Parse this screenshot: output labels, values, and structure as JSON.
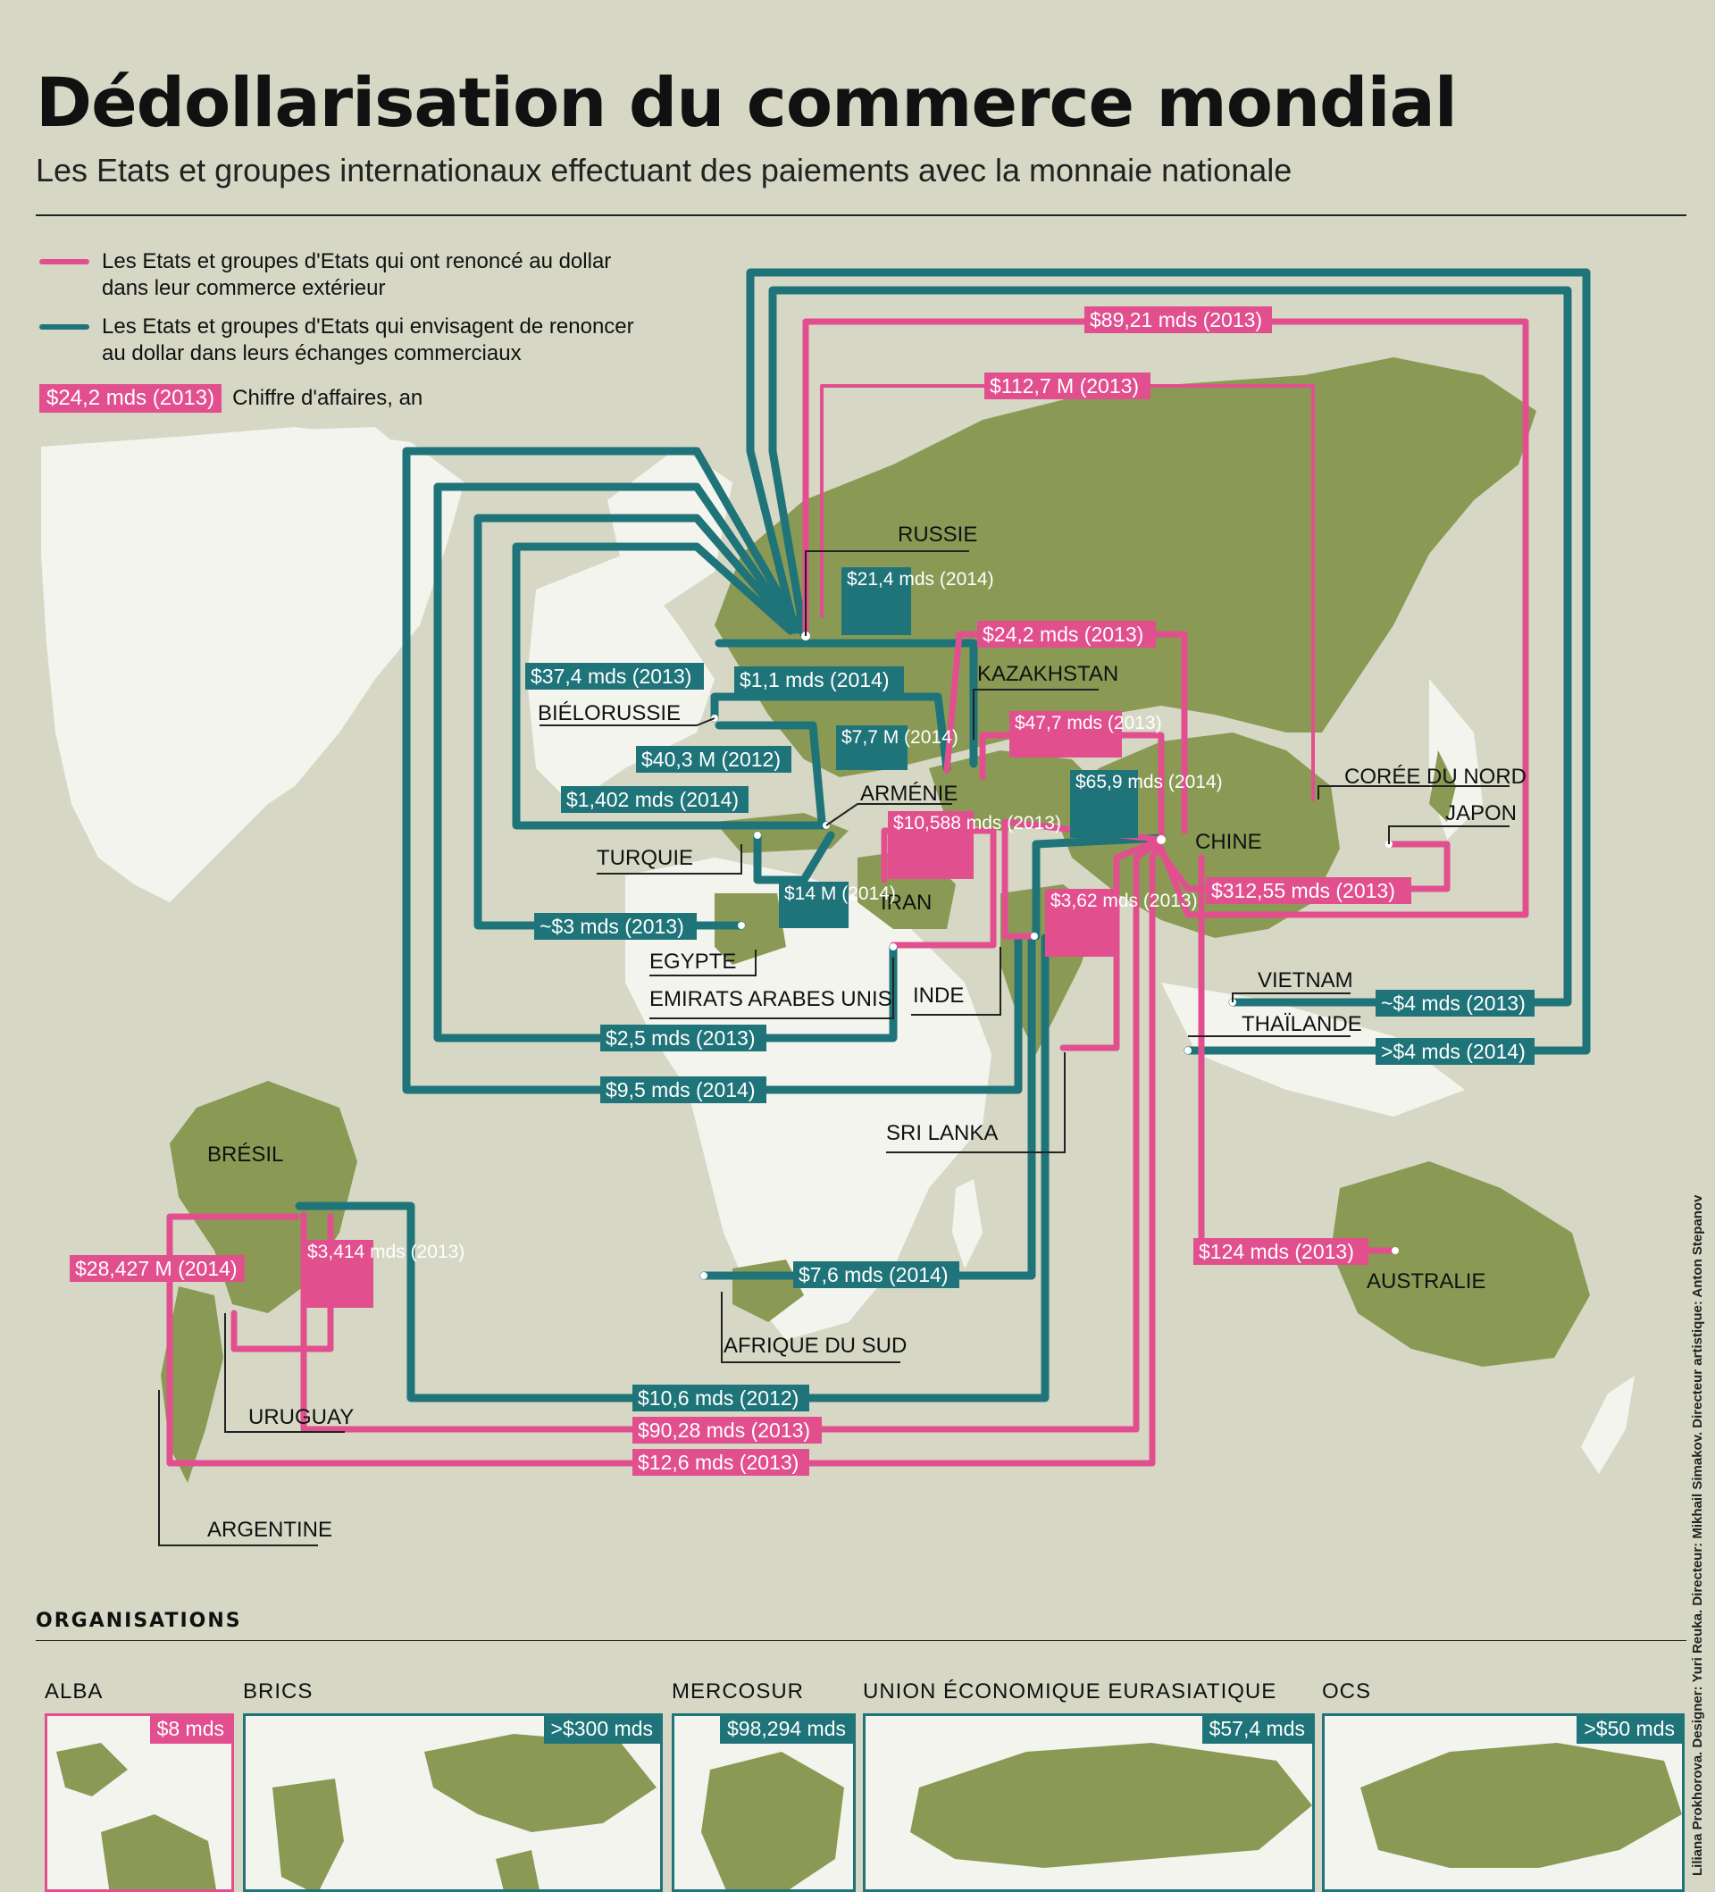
{
  "header": {
    "title": "Dédollarisation du commerce mondial",
    "subtitle": "Les Etats et groupes internationaux effectuant des paiements avec la monnaie nationale"
  },
  "legend": {
    "pink": "Les Etats et groupes d'Etats qui ont renoncé au dollar dans leur commerce extérieur",
    "teal": "Les Etats et groupes d'Etats qui envisagent de renoncer au dollar dans leurs échanges commerciaux",
    "chip": "$24,2 mds (2013)",
    "chip_text": "Chiffre d'affaires, an"
  },
  "colors": {
    "pink": "#e14f8f",
    "teal": "#1f7479",
    "land": "#8a9a55",
    "other_land": "#f4f4ef",
    "background": "#d6d8c5"
  },
  "countries": {
    "russie": "RUSSIE",
    "bielorussie": "BIÉLORUSSIE",
    "kazakhstan": "KAZAKHSTAN",
    "armenie": "ARMÉNIE",
    "turquie": "TURQUIE",
    "iran": "IRAN",
    "egypte": "EGYPTE",
    "emirats": "EMIRATS ARABES UNIS",
    "inde": "INDE",
    "chine": "CHINE",
    "coree": "CORÉE DU NORD",
    "japon": "JAPON",
    "vietnam": "VIETNAM",
    "thailande": "THAÏLANDE",
    "sri_lanka": "SRI LANKA",
    "bresil": "BRÉSIL",
    "uruguay": "URUGUAY",
    "argentine": "ARGENTINE",
    "afrique_sud": "AFRIQUE DU SUD",
    "australie": "AUSTRALIE"
  },
  "flows": {
    "russie_japon": "$89,21 mds (2013)",
    "russie_coree": "$112,7 M (2013)",
    "russie_chine": "$24,2 mds (2013)",
    "russie_inde": "$21,4 mds (2014)",
    "russie_turquie": "$37,4 mds (2013)",
    "russie_bielorussie": "$1,1 mds (2014)",
    "russie_kazakhstan": "$7,7 M (2014)",
    "russie_armenie": "$40,3 M (2012)",
    "russie_egypte_old": "$1,402 mds (2014)",
    "russie_iran": "$14 M (2014)",
    "russie_egypte": "~$3 mds (2013)",
    "russie_emirats": "$2,5 mds (2013)",
    "russie_sri": "$9,5 mds (2014)",
    "chine_kazakhstan": "$47,7 mds (2013)",
    "chine_iran": "$10,588 mds (2013)",
    "chine_inde": "$65,9 mds (2014)",
    "chine_sri": "$3,62 mds (2013)",
    "chine_japon": "$312,55 mds (2013)",
    "vietnam": "~$4 mds (2013)",
    "thailande": ">$4 mds (2014)",
    "australie": "$124 mds (2013)",
    "afrique_sud": "$7,6 mds (2014)",
    "argentine_bresil": "$28,427 M (2014)",
    "bresil_uruguay": "$3,414 mds (2013)",
    "bresil_inde": "$10,6 mds (2012)",
    "bresil_chine": "$90,28 mds (2013)",
    "argentine_chine": "$12,6 mds (2013)"
  },
  "organisations": {
    "heading": "ORGANISATIONS",
    "items": [
      {
        "name": "ALBA",
        "value": "$8 mds",
        "color": "pink"
      },
      {
        "name": "BRICS",
        "value": ">$300 mds",
        "color": "teal"
      },
      {
        "name": "MERCOSUR",
        "value": "$98,294 mds",
        "color": "teal"
      },
      {
        "name": "UNION ÉCONOMIQUE EURASIATIQUE",
        "value": "$57,4 mds",
        "color": "teal"
      },
      {
        "name": "OCS",
        "value": ">$50 mds",
        "color": "teal"
      }
    ]
  },
  "credit": "Liliana Prokhorova. Designer: Yuri Reuka. Directeur: Mikhail Simakov. Directeur artistique: Anton Stepanov"
}
